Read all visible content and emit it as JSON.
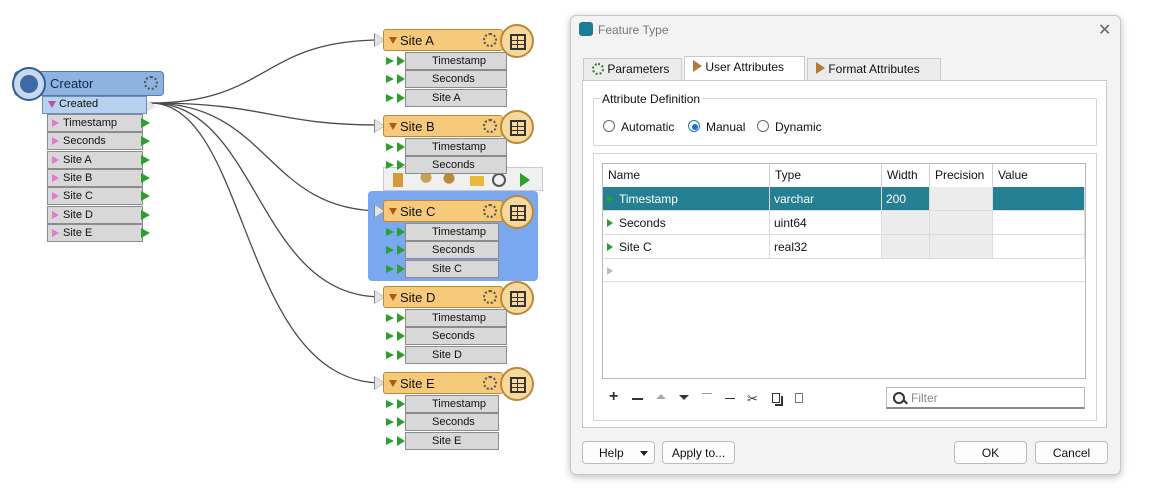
{
  "canvas": {
    "creator": {
      "title": "Creator",
      "output_port": "Created",
      "attributes": [
        "Timestamp",
        "Seconds",
        "Site A",
        "Site B",
        "Site C",
        "Site D",
        "Site E"
      ]
    },
    "writers": [
      {
        "title": "Site A",
        "attributes": [
          "Timestamp",
          "Seconds",
          "Site A"
        ]
      },
      {
        "title": "Site B",
        "attributes": [
          "Timestamp",
          "Seconds"
        ]
      },
      {
        "title": "Site C",
        "attributes": [
          "Timestamp",
          "Seconds",
          "Site C"
        ]
      },
      {
        "title": "Site D",
        "attributes": [
          "Timestamp",
          "Seconds",
          "Site D"
        ]
      },
      {
        "title": "Site E",
        "attributes": [
          "Timestamp",
          "Seconds",
          "Site E"
        ]
      }
    ],
    "selected_writer": "Site C"
  },
  "dialog": {
    "title": "Feature Type",
    "close_glyph": "✕",
    "tabs": [
      "Parameters",
      "User Attributes",
      "Format Attributes"
    ],
    "active_tab": "User Attributes",
    "group_title": "Attribute Definition",
    "modes": [
      "Automatic",
      "Manual",
      "Dynamic"
    ],
    "selected_mode": "Manual",
    "columns": [
      "Name",
      "Type",
      "Width",
      "Precision",
      "Value"
    ],
    "rows": [
      {
        "name": "Timestamp",
        "type": "varchar",
        "width": "200",
        "precision": "",
        "value": "",
        "selected": true
      },
      {
        "name": "Seconds",
        "type": "uint64",
        "width": "",
        "precision": "",
        "value": "",
        "selected": false
      },
      {
        "name": "Site C",
        "type": "real32",
        "width": "",
        "precision": "",
        "value": "",
        "selected": false
      }
    ],
    "filter_placeholder": "Filter",
    "buttons": {
      "help": "Help",
      "apply": "Apply to...",
      "ok": "OK",
      "cancel": "Cancel"
    }
  },
  "colors": {
    "selected_row": "#257f92",
    "writer_header": "#f6c97b",
    "creator_header": "#8fb3df",
    "connection": "#4a4a4a",
    "port_green": "#2aa12a"
  }
}
